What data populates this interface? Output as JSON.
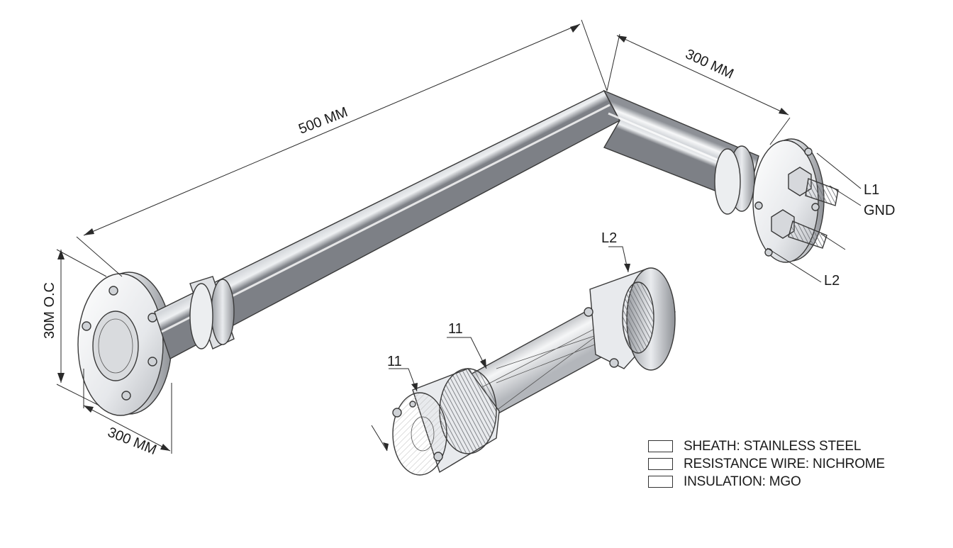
{
  "dimensions": {
    "long_run": "500 MM",
    "short_run": "300 MM",
    "flange_width": "300 MM",
    "flange_height": "30M O.C"
  },
  "terminals": {
    "l1": "L1",
    "gnd": "GND",
    "l2": "L2"
  },
  "callouts": {
    "top": "L2",
    "middle": "11",
    "left": "11"
  },
  "legend": [
    {
      "label": "SHEATH: STAINLESS STEEL"
    },
    {
      "label": "RESISTANCE WIRE: NICHROME"
    },
    {
      "label": "INSULATION: MGO"
    }
  ],
  "colors": {
    "line": "#2a2a2a",
    "metal_light": "#f4f5f7",
    "metal_mid": "#c9ccd1",
    "metal_dark": "#8d9096",
    "hatch": "#b9b9b9"
  }
}
